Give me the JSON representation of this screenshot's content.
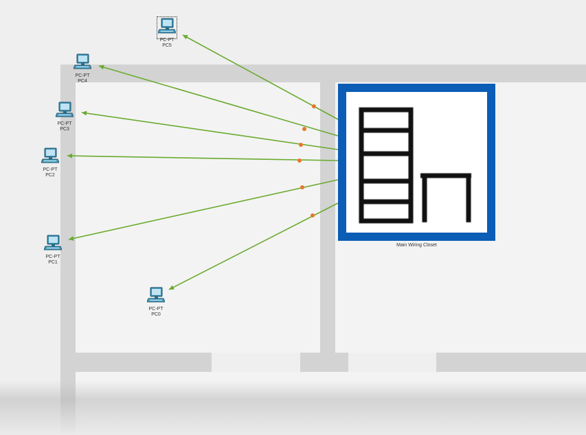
{
  "workspace": {
    "devices": [
      {
        "id": "pc5",
        "type": "PC-PT",
        "name": "PC5",
        "selected": true
      },
      {
        "id": "pc4",
        "type": "PC-PT",
        "name": "PC4",
        "selected": false
      },
      {
        "id": "pc3",
        "type": "PC-PT",
        "name": "PC3",
        "selected": false
      },
      {
        "id": "pc2",
        "type": "PC-PT",
        "name": "PC2",
        "selected": false
      },
      {
        "id": "pc1",
        "type": "PC-PT",
        "name": "PC1",
        "selected": false
      },
      {
        "id": "pc0",
        "type": "PC-PT",
        "name": "PC0",
        "selected": false
      }
    ],
    "closet": {
      "label": "Main Wiring Closet",
      "icon": "wiring-closet-icon"
    },
    "colors": {
      "link": "#6aaa2e",
      "link_endpoint_up": "#6aaa2e",
      "link_midpoint": "#e8772a",
      "closet_border": "#0b5db6",
      "wall": "#d3d3d3"
    }
  }
}
